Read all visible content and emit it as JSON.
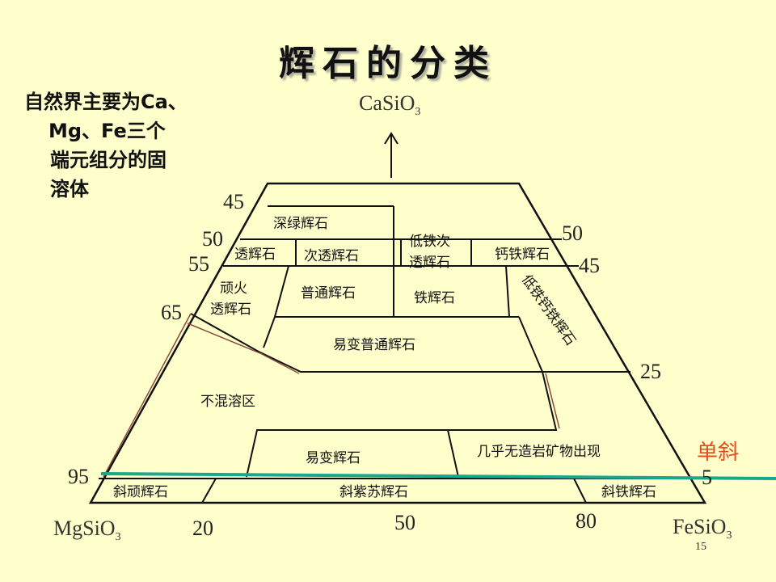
{
  "title": "辉石的分类",
  "note_lines": [
    "自然界主要为Ca、",
    "Mg、Fe三个",
    "端元组分的固",
    "溶体"
  ],
  "endmembers": {
    "top": {
      "text": "CaSiO",
      "sub": "3"
    },
    "left": {
      "text": "MgSiO",
      "sub": "3"
    },
    "right": {
      "text": "FeSiO",
      "sub": "3"
    }
  },
  "left_ticks": [
    "45",
    "50",
    "55",
    "65",
    "95"
  ],
  "right_ticks": [
    "50",
    "45",
    "25",
    "5"
  ],
  "bottom_ticks": [
    "20",
    "50",
    "80"
  ],
  "fields": {
    "f1": "深绿辉石",
    "f2": "透辉石",
    "f3": "次透辉石",
    "f4a": "低铁次",
    "f4b": "透辉石",
    "f5": "钙铁辉石",
    "f6a": "顽火",
    "f6b": "透辉石",
    "f7": "普通辉石",
    "f8": "铁辉石",
    "f9": "低铁钙铁辉石",
    "f10": "易变普通辉石",
    "f11": "不混溶区",
    "f12": "易变辉石",
    "f13": "几乎无造岩矿物出现",
    "f14": "斜顽辉石",
    "f15": "斜紫苏辉石",
    "f16": "斜铁辉石"
  },
  "monoclinic_label": "单斜",
  "page_number": "15",
  "colors": {
    "background": "#ffffcc",
    "lines": "#111111",
    "teal_line": "#1aa88c",
    "brown_outline": "#8a4a3a",
    "monoclinic": "#e64a19"
  }
}
